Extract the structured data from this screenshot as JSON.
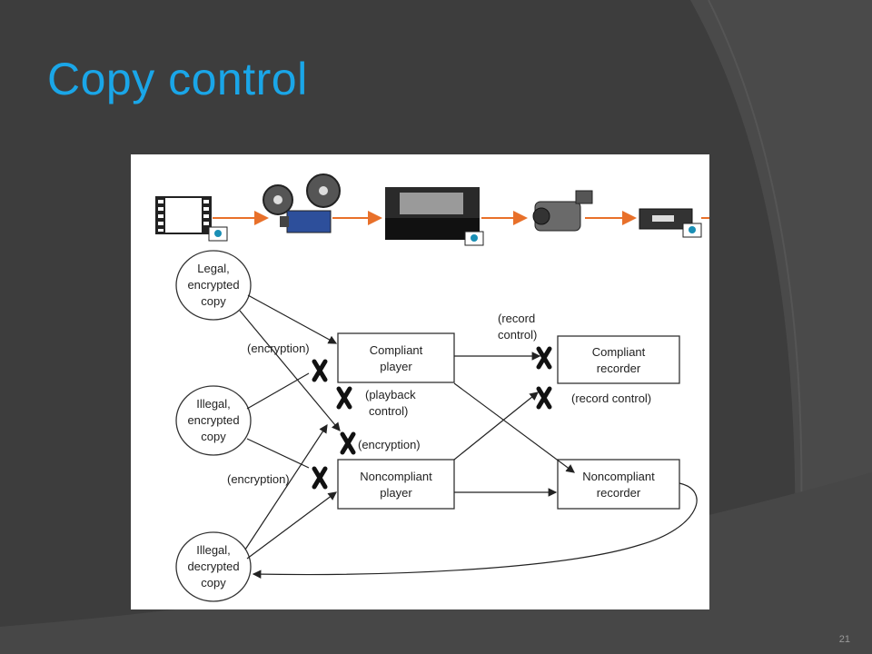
{
  "slide": {
    "title": "Copy control",
    "number": "21"
  },
  "icons": [
    "film-frame-icon",
    "film-projector-icon",
    "movie-theater-icon",
    "camcorder-icon",
    "vcr-icon",
    "watermark-icon"
  ],
  "diagram": {
    "sources": [
      {
        "line1": "Legal,",
        "line2": "encrypted",
        "line3": "copy"
      },
      {
        "line1": "Illegal,",
        "line2": "encrypted",
        "line3": "copy"
      },
      {
        "line1": "Illegal,",
        "line2": "decrypted",
        "line3": "copy"
      }
    ],
    "compliant_player": {
      "line1": "Compliant",
      "line2": "player"
    },
    "noncompliant_player": {
      "line1": "Noncompliant",
      "line2": "player"
    },
    "compliant_recorder": {
      "line1": "Compliant",
      "line2": "recorder"
    },
    "noncompliant_recorder": {
      "line1": "Noncompliant",
      "line2": "recorder"
    },
    "labels": {
      "encryption_top": "(encryption)",
      "playback_control_1": "(playback",
      "playback_control_2": "control)",
      "encryption_mid": "(encryption)",
      "encryption_bottom": "(encryption)",
      "record_control_top_1": "(record",
      "record_control_top_2": "control)",
      "record_control_bottom": "(record control)"
    }
  },
  "colors": {
    "background": "#3d3d3d",
    "title": "#1aa6e8",
    "flow_arrow": "#e8702a"
  }
}
